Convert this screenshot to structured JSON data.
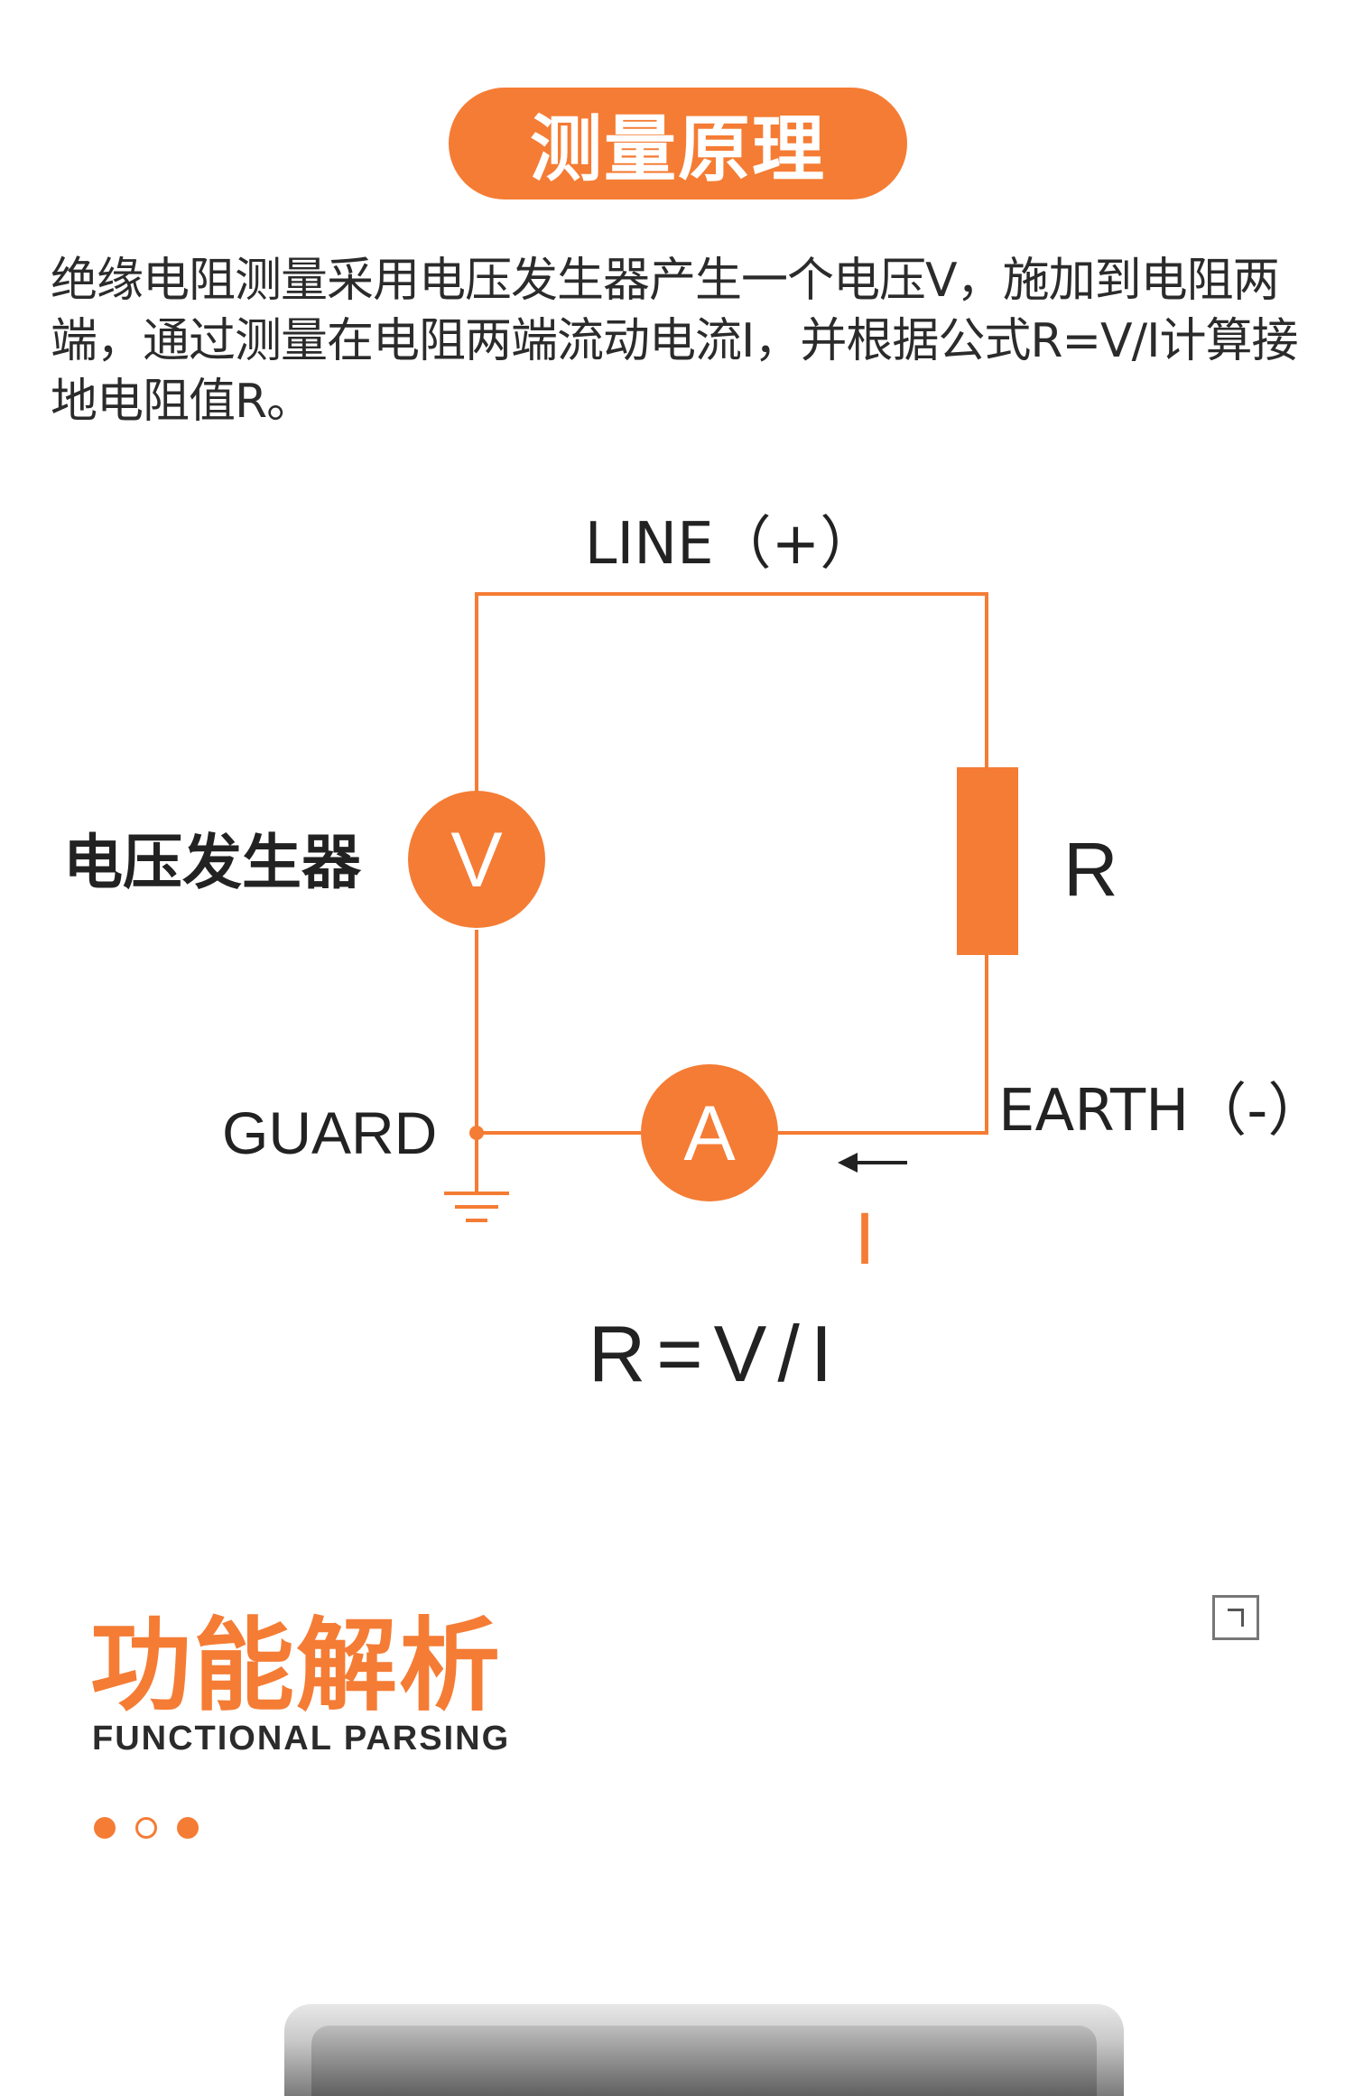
{
  "header": {
    "title": "测量原理"
  },
  "intro": {
    "text": "绝缘电阻测量采用电压发生器产生一个电压V，施加到电阻两端，通过测量在电阻两端流动电流I，并根据公式R=V/I计算接地电阻值R。"
  },
  "diagram": {
    "line_label": "LINE（+）",
    "earth_label": "EARTH（-）",
    "guard_label": "GUARD",
    "generator_label": "电压发生器",
    "voltmeter_symbol": "V",
    "ammeter_symbol": "A",
    "resistor_label": "R",
    "current_label": "I",
    "formula": "R=V/I",
    "colors": {
      "accent": "#f57c34",
      "text": "#222222"
    }
  },
  "section": {
    "title": "功能解析",
    "subtitle": "FUNCTIONAL PARSING"
  },
  "colors": {
    "accent": "#f57c34"
  }
}
